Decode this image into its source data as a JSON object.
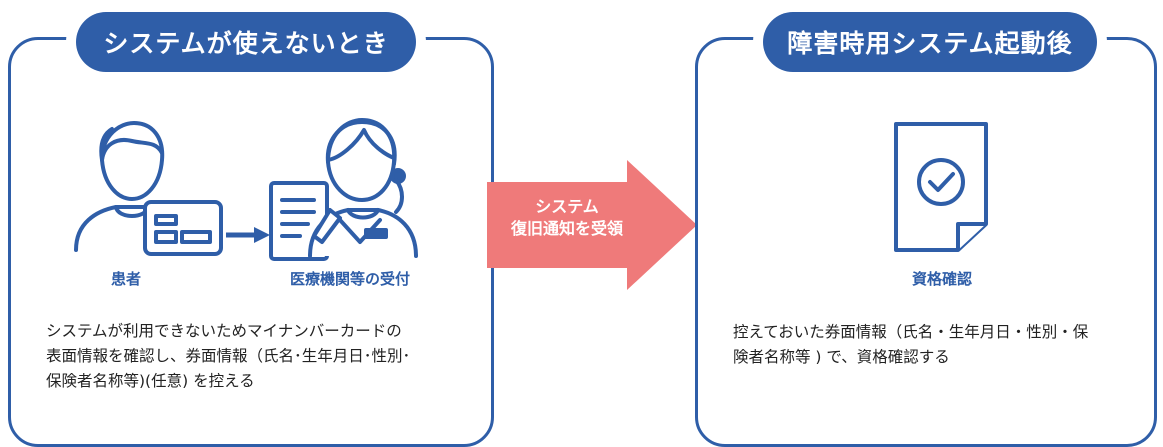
{
  "left_panel": {
    "title": "システムが使えないとき",
    "patient_label": "患者",
    "reception_label": "医療機関等の受付",
    "description_lines": [
      "システムが利用できないためマイナンバーカードの",
      "表面情報を確認し、券面情報（氏名･生年月日･性別･",
      "保険者名称等)(任意) を控える"
    ]
  },
  "arrow": {
    "text_lines": [
      "システム",
      "復旧通知を受領"
    ]
  },
  "right_panel": {
    "title": "障害時用システム起動後",
    "document_label": "資格確認",
    "description_lines": [
      "控えておいた券面情報（氏名・生年月日・性別・保",
      "険者名称等 ) で、資格確認する"
    ]
  },
  "colors": {
    "primary_blue": "#2f5ea8",
    "arrow_pink": "#ef7a7a"
  },
  "icons": [
    "patient-icon",
    "id-card-icon",
    "transfer-arrow-icon",
    "document-form-icon",
    "receptionist-icon",
    "check-document-icon"
  ]
}
